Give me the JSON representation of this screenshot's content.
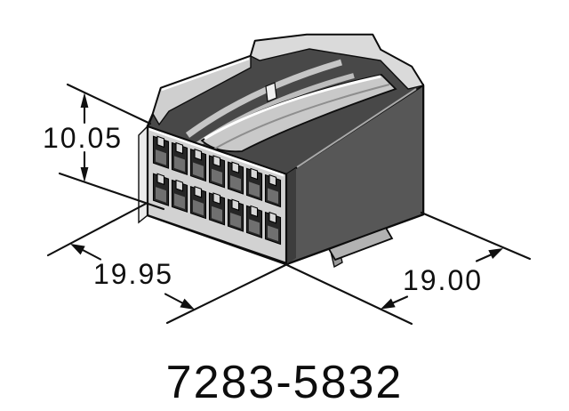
{
  "diagram": {
    "part_number": "7283-5832",
    "dim_height": "10.05",
    "dim_width": "19.95",
    "dim_depth": "19.00"
  },
  "colors": {
    "background": "#ffffff",
    "line": "#101010",
    "body_dark_gray": "#484848",
    "side_gray": "#575757",
    "face_light_gray": "#d2d2d2",
    "highlight_white": "#ffffff"
  }
}
